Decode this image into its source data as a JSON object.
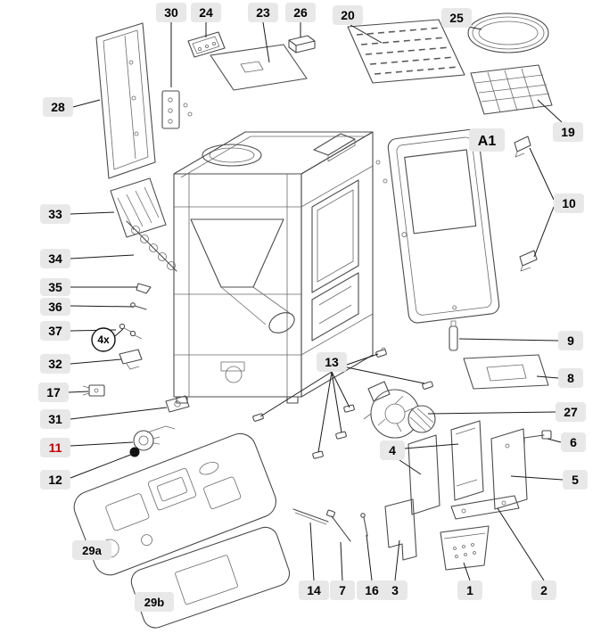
{
  "diagram_type": "exploded-parts-diagram",
  "colors": {
    "background": "#ffffff",
    "callout_bg": "#e8e8e8",
    "callout_text": "#000000",
    "highlight_text": "#c00000",
    "line": "#4b4b4b"
  },
  "callouts": {
    "c1": "1",
    "c2": "2",
    "c3": "3",
    "c4": "4",
    "c5": "5",
    "c6": "6",
    "c7": "7",
    "c8": "8",
    "c9": "9",
    "c10": "10",
    "c11": "11",
    "c12": "12",
    "c13": "13",
    "c14": "14",
    "c16": "16",
    "c17": "17",
    "c19": "19",
    "c20": "20",
    "c23": "23",
    "c24": "24",
    "c25": "25",
    "c26": "26",
    "c27": "27",
    "c28": "28",
    "c29a": "29a",
    "c29b": "29b",
    "c30": "30",
    "c31": "31",
    "c32": "32",
    "c33": "33",
    "c34": "34",
    "c35": "35",
    "c36": "36",
    "c37": "37",
    "cA1": "A1",
    "qty": "4x"
  }
}
